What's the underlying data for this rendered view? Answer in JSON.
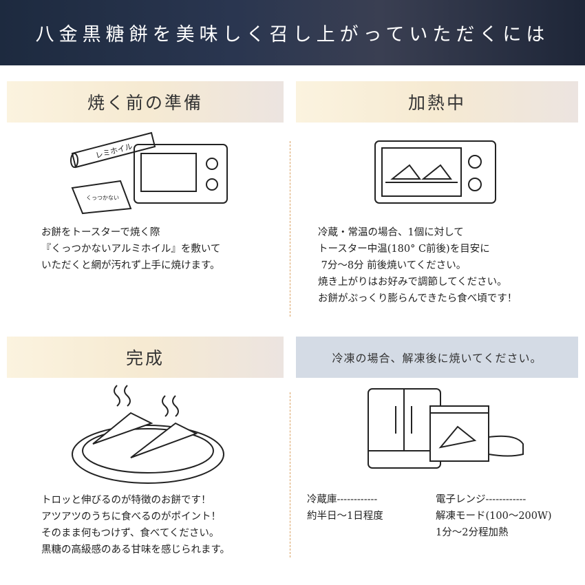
{
  "title": "八金黒糖餅を美味しく召し上がっていただくには",
  "sections": [
    {
      "heading": "焼く前の準備",
      "foil_label": "レミホイル",
      "sheet_label": "くっつかない",
      "lines": [
        "お餅をトースターで焼く際",
        "『くっつかないアルミホイル』を敷いて",
        "いただくと網が汚れず上手に焼けます。"
      ]
    },
    {
      "heading": "加熱中",
      "lines": [
        "冷蔵・常温の場合、1個に対して",
        "トースター中温(180° C前後)を目安に",
        " 7分～8分 前後焼いてください。",
        "焼き上がりはお好みで調節してください。",
        "お餅がぷっくり膨らんできたら食べ頃です！"
      ]
    },
    {
      "heading": "完成",
      "lines": [
        "トロッと伸びるのが特徴のお餅です！",
        "アツアツのうちに食べるのがポイント！",
        "そのまま何もつけず、食べてください。",
        "黒糖の高級感のある甘味を感じられます。"
      ]
    },
    {
      "heading": "冷凍の場合、解凍後に焼いてください。",
      "fridge": {
        "label": "冷蔵庫------------",
        "value": "約半日～1日程度"
      },
      "microwave": {
        "label": "電子レンジ------------",
        "value1": "解凍モード(100～200W)",
        "value2": "1分～2分程加熱"
      }
    }
  ]
}
